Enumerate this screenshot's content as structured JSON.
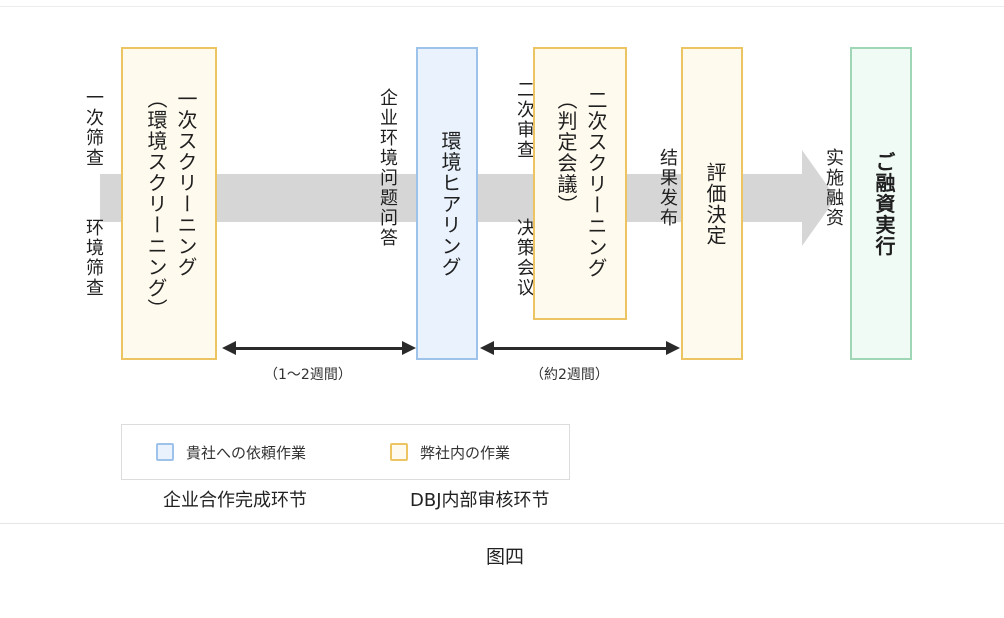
{
  "boxes": {
    "first_screening": "一次スクリーニング\n（環境スクリーニング）",
    "env_hearing": "環境ヒアリング",
    "second_screening": "二次スクリーニング\n（判定会議）",
    "evaluation": "評価決定",
    "financing": "ご融資実行"
  },
  "side_labels": {
    "initial_screening": "一次筛查",
    "env_screening": "环境筛查",
    "enterprise_qa": "企业环境问题问答",
    "secondary_review": "二次审查",
    "decision_meeting": "决策会议",
    "result_release": "结果发布",
    "implement_financing": "实施融资"
  },
  "durations": {
    "first": "（1〜2週間）",
    "second": "（約2週間）"
  },
  "legend": {
    "client_work": "貴社への依頼作業",
    "internal_work": "弊社内の作業"
  },
  "stages": {
    "enterprise": "企业合作完成环节",
    "internal_review": "DBJ内部审核环节"
  },
  "caption": "图四",
  "colors": {
    "orange_border": "#edc462",
    "orange_fill": "#fffaee",
    "blue_border": "#9ec3ea",
    "blue_fill": "#eaf3fd",
    "green_border": "#9fd7b6",
    "green_fill": "#f1fbf6",
    "flow_band": "#d6d6d6"
  }
}
